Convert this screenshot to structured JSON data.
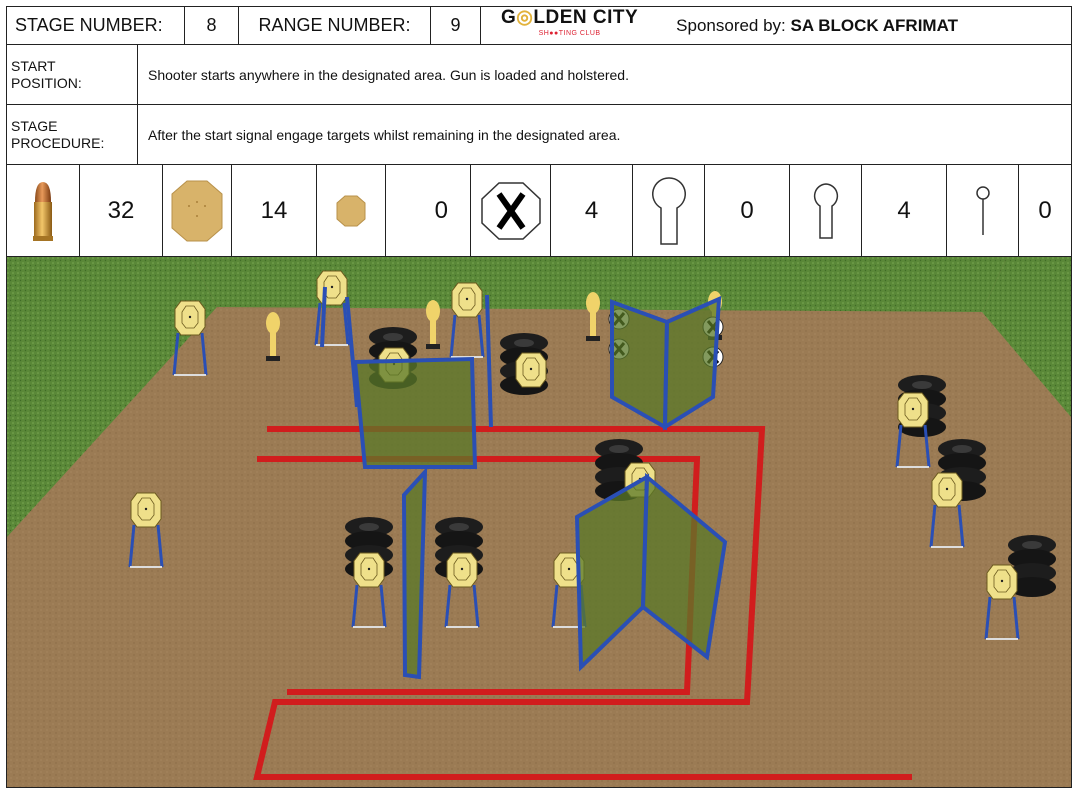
{
  "header": {
    "stage_number_label": "STAGE NUMBER:",
    "stage_number": "8",
    "range_number_label": "RANGE NUMBER:",
    "range_number": "9",
    "logo_text_pre": "G",
    "logo_text_post": "LDEN CITY",
    "logo_sub": "SH●●TING CLUB",
    "sponsor_label": "Sponsored by:",
    "sponsor_name": "SA BLOCK AFRIMAT"
  },
  "start_position": {
    "label_line1": "START",
    "label_line2": "POSITION:",
    "text": "Shooter starts anywhere in the designated area. Gun is loaded and holstered."
  },
  "stage_procedure": {
    "label_line1": "STAGE",
    "label_line2": "PROCEDURE:",
    "text": "After the start signal engage targets whilst remaining in the designated area."
  },
  "target_counts": [
    {
      "icon": "bullet-icon",
      "count": "32"
    },
    {
      "icon": "ipsc-target-icon",
      "count": "14"
    },
    {
      "icon": "mini-ipsc-target-icon",
      "count": "0"
    },
    {
      "icon": "no-shoot-target-icon",
      "count": "4"
    },
    {
      "icon": "large-popper-icon",
      "count": "0"
    },
    {
      "icon": "popper-icon",
      "count": "4"
    },
    {
      "icon": "mini-popper-icon",
      "count": "0"
    }
  ],
  "colors": {
    "target_tan": "#d8b36a",
    "fault_line_red": "#d11d1d",
    "wall_blue": "#2a4fb5",
    "ground": "#9a7b55",
    "grass": "#5d8a3a"
  }
}
